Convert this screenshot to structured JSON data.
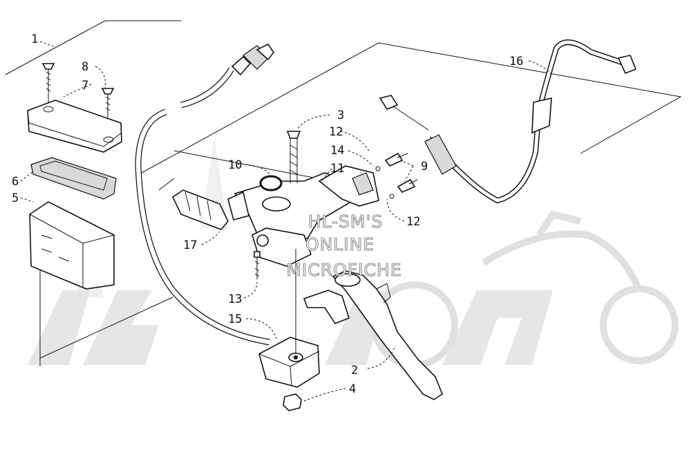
{
  "diagram": {
    "callouts": [
      {
        "id": "c1",
        "text": "1"
      },
      {
        "id": "c2",
        "text": "2"
      },
      {
        "id": "c3",
        "text": "3"
      },
      {
        "id": "c4",
        "text": "4"
      },
      {
        "id": "c5",
        "text": "5"
      },
      {
        "id": "c6",
        "text": "6"
      },
      {
        "id": "c7",
        "text": "7"
      },
      {
        "id": "c8",
        "text": "8"
      },
      {
        "id": "c9",
        "text": "9"
      },
      {
        "id": "c10",
        "text": "10"
      },
      {
        "id": "c11",
        "text": "11"
      },
      {
        "id": "c12a",
        "text": "12"
      },
      {
        "id": "c12b",
        "text": "12"
      },
      {
        "id": "c13",
        "text": "13"
      },
      {
        "id": "c14",
        "text": "14"
      },
      {
        "id": "c15",
        "text": "15"
      },
      {
        "id": "c16",
        "text": "16"
      },
      {
        "id": "c17",
        "text": "17"
      }
    ],
    "watermark": {
      "line1": "HL-SM'S",
      "line2": "ONLINE",
      "line3": "MICROFICHE"
    }
  }
}
